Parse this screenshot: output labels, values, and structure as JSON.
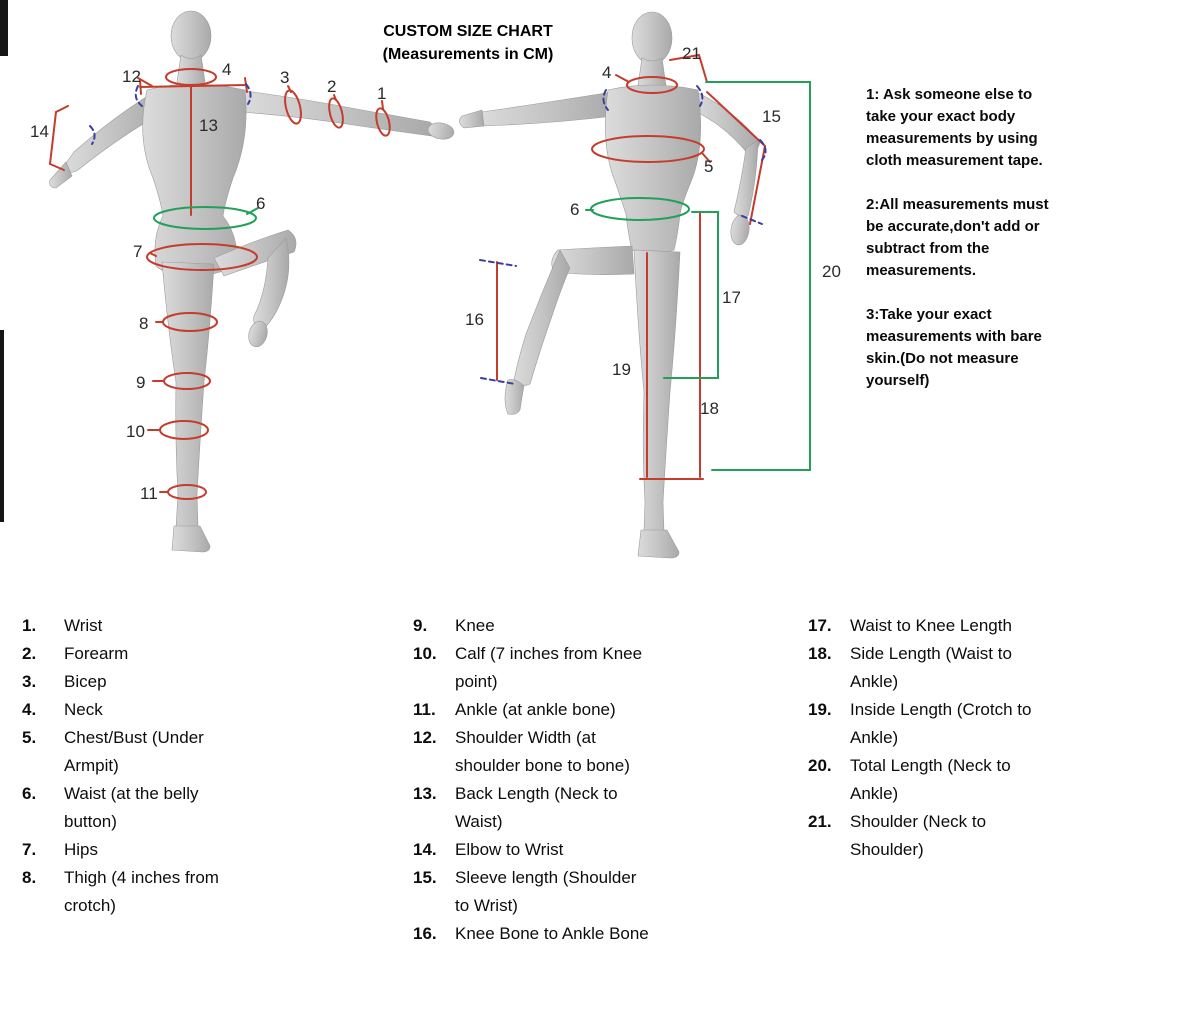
{
  "header": {
    "title": "CUSTOM SIZE CHART",
    "subtitle": "(Measurements in CM)"
  },
  "instructions": {
    "items": [
      "1: Ask someone else to take your exact body measurements by using cloth measurement tape.",
      "2:All measurements must be accurate,don't add or subtract from the measurements.",
      "3:Take your exact measurements with bare skin.(Do not measure yourself)"
    ]
  },
  "diagram": {
    "back_labels": [
      "12",
      "4",
      "3",
      "2",
      "1",
      "14",
      "13",
      "6",
      "7",
      "8",
      "9",
      "10",
      "11"
    ],
    "front_labels": [
      "4",
      "21",
      "15",
      "5",
      "6",
      "16",
      "17",
      "19",
      "18",
      "20"
    ]
  },
  "legend": {
    "columns": [
      {
        "items": [
          {
            "num": "1.",
            "label": "Wrist"
          },
          {
            "num": "2.",
            "label": "Forearm"
          },
          {
            "num": "3.",
            "label": "Bicep"
          },
          {
            "num": "4.",
            "label": "Neck"
          },
          {
            "num": "5.",
            "label": "Chest/Bust (Under Armpit)"
          },
          {
            "num": "6.",
            "label": "Waist (at the belly button)"
          },
          {
            "num": "7.",
            "label": "Hips"
          },
          {
            "num": "8.",
            "label": "Thigh (4 inches from crotch)"
          }
        ]
      },
      {
        "items": [
          {
            "num": "9.",
            "label": "Knee"
          },
          {
            "num": "10.",
            "label": "Calf (7 inches from Knee point)"
          },
          {
            "num": "11.",
            "label": "Ankle (at ankle bone)"
          },
          {
            "num": "12.",
            "label": "Shoulder Width (at shoulder bone to bone)"
          },
          {
            "num": "13.",
            "label": "Back Length (Neck to Waist)"
          },
          {
            "num": "14.",
            "label": "Elbow to Wrist"
          },
          {
            "num": "15.",
            "label": "Sleeve length (Shoulder to Wrist)"
          },
          {
            "num": "16.",
            "label": "Knee Bone to Ankle Bone"
          }
        ]
      },
      {
        "items": [
          {
            "num": "17.",
            "label": "Waist to Knee Length"
          },
          {
            "num": "18.",
            "label": "Side Length (Waist to Ankle)"
          },
          {
            "num": "19.",
            "label": "Inside Length (Crotch to Ankle)"
          },
          {
            "num": "20.",
            "label": "Total Length (Neck to Ankle)"
          },
          {
            "num": "21.",
            "label": "Shoulder (Neck to Shoulder)"
          }
        ]
      }
    ]
  },
  "colors": {
    "measurement_red": "#c43c2c",
    "measurement_green": "#22a05a",
    "measurement_blue": "#3a3f9e",
    "body_gray": "#c6c6c6"
  }
}
